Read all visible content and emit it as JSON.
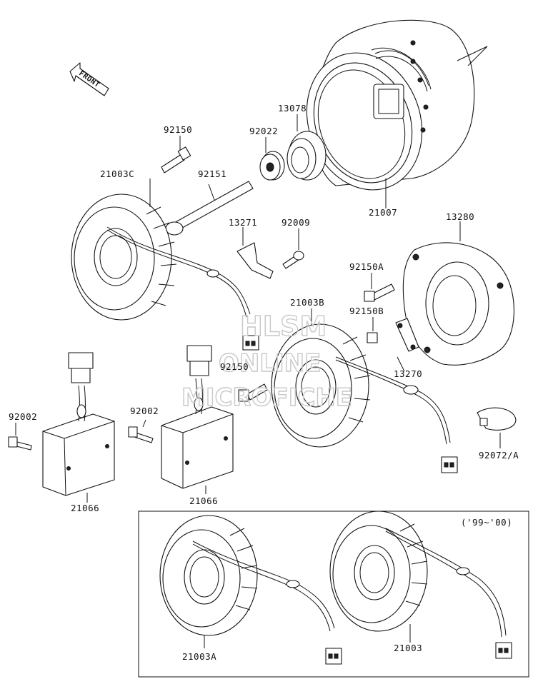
{
  "labels": {
    "front": "FRONT",
    "p92150_top": "92150",
    "p21003C": "21003C",
    "p92151": "92151",
    "p92022": "92022",
    "p13078": "13078",
    "p21007": "21007",
    "p13271": "13271",
    "p92009": "92009",
    "p13280": "13280",
    "p92150A": "92150A",
    "p92150B": "92150B",
    "p21003B": "21003B",
    "p13270": "13270",
    "p92150_mid": "92150",
    "p92002_left": "92002",
    "p92002_mid": "92002",
    "p21066_left": "21066",
    "p21066_mid": "21066",
    "p92072A": "92072/A",
    "year_range": "('99~'00)",
    "p21003A": "21003A",
    "p21003": "21003"
  },
  "watermark": {
    "line1": "HLSM",
    "line2": "ONLINE",
    "line3": "MICROFICHE"
  }
}
